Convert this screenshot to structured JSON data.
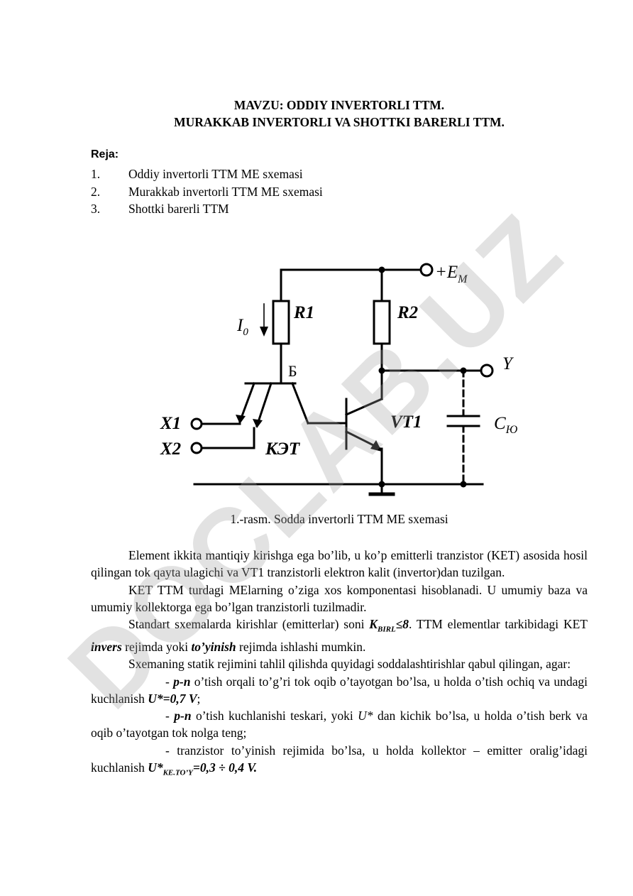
{
  "title": {
    "line1": "MAVZU: ODDIY INVERTORLI TTM.",
    "line2": "MURAKKAB INVERTORLI VA SHOTTKI BARERLI TTM."
  },
  "plan": {
    "heading": "Reja:",
    "items": [
      {
        "num": "1.",
        "text": "Oddiy invertorli TTM ME sxemasi"
      },
      {
        "num": "2.",
        "text": "Murakkab invertorli TTM ME sxemasi"
      },
      {
        "num": "3.",
        "text": "Shottki barerli TTM"
      }
    ]
  },
  "figure": {
    "labels": {
      "supply": "+E",
      "supply_sub": "M",
      "r1": "R1",
      "r2": "R2",
      "current": "I",
      "current_sub": "0",
      "base": "Б",
      "output": "Y",
      "transistor": "VT1",
      "x1": "X1",
      "x2": "X2",
      "ket": "КЭТ",
      "cap": "C",
      "cap_sub": "Ю"
    },
    "caption": "1.-rasm. Sodda invertorli TTM ME sxemasi"
  },
  "body": {
    "p1": "Element ikkita mantiqiy kirishga ega bo’lib, u ko’p emitterli tranzistor (KET) asosida hosil qilingan tok qayta ulagichi va VT1 tranzistorli elektron kalit (invertor)dan tuzilgan.",
    "p2": "KET TTM turdagi MElarning o’ziga xos komponentasi hisoblanadi. U umumiy baza va umumiy kollektorga ega bo’lgan tranzistorli tuzilmadir.",
    "p3": {
      "a": "Standart sxemalarda kirishlar (emitterlar) soni ",
      "k": "K",
      "k_sub": "BIRL",
      "k_rest": "≤8",
      "b": ". TTM  elementlar tarkibidagi KET ",
      "inv": "invers",
      "c": " rejimda yoki ",
      "toy": "to’yinish",
      "d": " rejimda ishlashi mumkin."
    },
    "p4": "Sxemaning statik rejimini tahlil qilishda quyidagi soddalashtirishlar qabul qilingan, agar:",
    "p5": {
      "a": "- ",
      "pn": "p-n",
      "b": " o’tish orqali to’g’ri tok oqib o’tayotgan bo’lsa, u holda o’tish ochiq va undagi kuchlanish ",
      "u": "U*=0,7 V",
      "c": ";"
    },
    "p6": {
      "a": "- ",
      "pn": "p-n",
      "b": " o’tish kuchlanishi teskari, yoki  ",
      "u": "U*",
      "c": " dan kichik bo’lsa, u holda o’tish berk va oqib o’tayotgan tok nolga teng;"
    },
    "p7": {
      "a": "- tranzistor to’yinish rejimida bo’lsa, u holda kollektor – emitter oralig’idagi kuchlanish ",
      "u": "U*",
      "u_sub": "KE.TO’Y",
      "u_rest": "=0,3 ÷ 0,4 V."
    }
  },
  "watermark": "DOCLAB.UZ"
}
